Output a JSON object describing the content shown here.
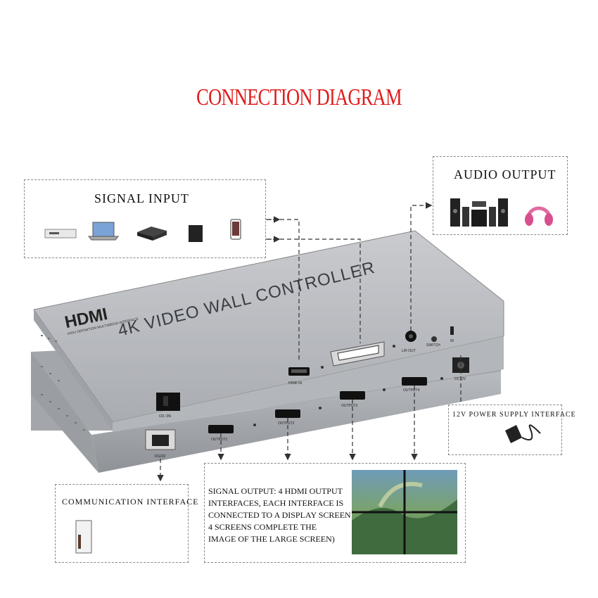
{
  "title": "CONNECTION DIAGRAM",
  "signal_input": {
    "label": "SIGNAL INPUT",
    "devices": [
      "set-top-box",
      "laptop",
      "media-player",
      "game-console",
      "phone"
    ]
  },
  "audio_output": {
    "label": "AUDIO OUTPUT",
    "devices": [
      "speaker-system",
      "headphones"
    ]
  },
  "power": {
    "label": "12V POWER SUPPLY INTERFACE"
  },
  "communication": {
    "label": "COMMUNICATION INTERFACE"
  },
  "signal_output": {
    "text": [
      "SIGNAL OUTPUT: 4 HDMI OUTPUT",
      "INTERFACES, EACH INTERFACE IS",
      "CONNECTED TO A DISPLAY SCREEN",
      "4 SCREENS COMPLETE THE",
      "IMAGE OF THE LARGE SCREEN)"
    ]
  },
  "device": {
    "brand": "HDMI",
    "brand_sub": "HIGH DEFINITION MULTIMEDIA INTERFACE",
    "name": "4K VIDEO WALL CONTROLLER",
    "ports_top": [
      "HDMI IN",
      "L/R OUT",
      "SWITCH",
      "IR"
    ],
    "ports_front": [
      "OUTPUT1",
      "OUTPUT2",
      "OUTPUT3",
      "OUTPUT4",
      "RS232",
      "O/1 ON",
      "DC12V"
    ]
  }
}
